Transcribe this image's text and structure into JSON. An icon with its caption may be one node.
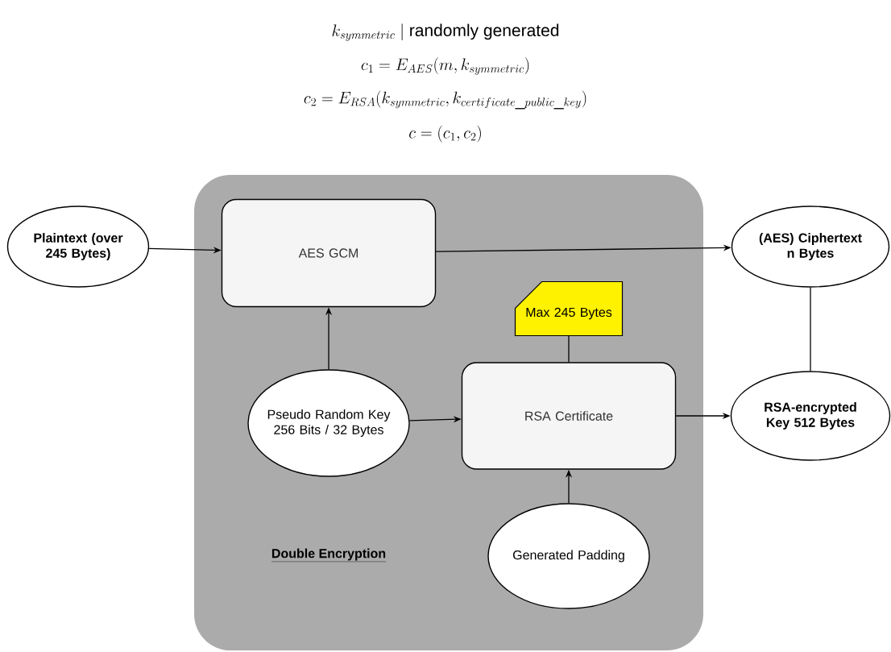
{
  "diagram": {
    "nodes": [
      {
        "text": [
          "Double Encryption"
        ]
      },
      {
        "text": [
          "Plaintext (over 245 Bytes)"
        ]
      },
      {
        "text": [
          "AES GCM"
        ],
        "in": 0
      },
      {
        "text": [
          "Pseudo Random Key 256 Bits / 32 Bytes"
        ],
        "in": 0
      },
      {
        "text": [
          "Max 245 Bytes"
        ],
        "in": 0
      },
      {
        "text": [
          "RSA Certificate"
        ],
        "in": 0
      },
      {
        "text": [
          "Generated Padding"
        ],
        "in": 0
      },
      {
        "text": [
          "(AES) Ciphertext n Bytes"
        ]
      },
      {
        "text": [
          "RSA-encrypted Key 512 Bytes"
        ]
      }
    ],
    "edges": [
      {
        "from": 1,
        "to": 2,
        "arrow": "to"
      },
      {
        "from": 2,
        "to": 7,
        "arrow": "to"
      },
      {
        "from": 3,
        "to": 2,
        "arrow": "to"
      },
      {
        "from": 3,
        "to": 5,
        "arrow": "to"
      },
      {
        "from": 4,
        "to": 5,
        "arrow": "none"
      },
      {
        "from": 5,
        "to": 8,
        "arrow": "to"
      },
      {
        "from": 6,
        "to": 5,
        "arrow": "to"
      },
      {
        "from": 7,
        "to": 8,
        "arrow": "none"
      }
    ],
    "labels": [
      "k_{symmetric} \\mid \\mathrm{randomly\\ generated}",
      "c_1 = E_{AES}(m, k_{symmetric})",
      "c_2 = E_{RSA}(k_{symmetric}, k_{certificate\\_public\\_key})",
      "c = (c_1, c_2)"
    ]
  }
}
